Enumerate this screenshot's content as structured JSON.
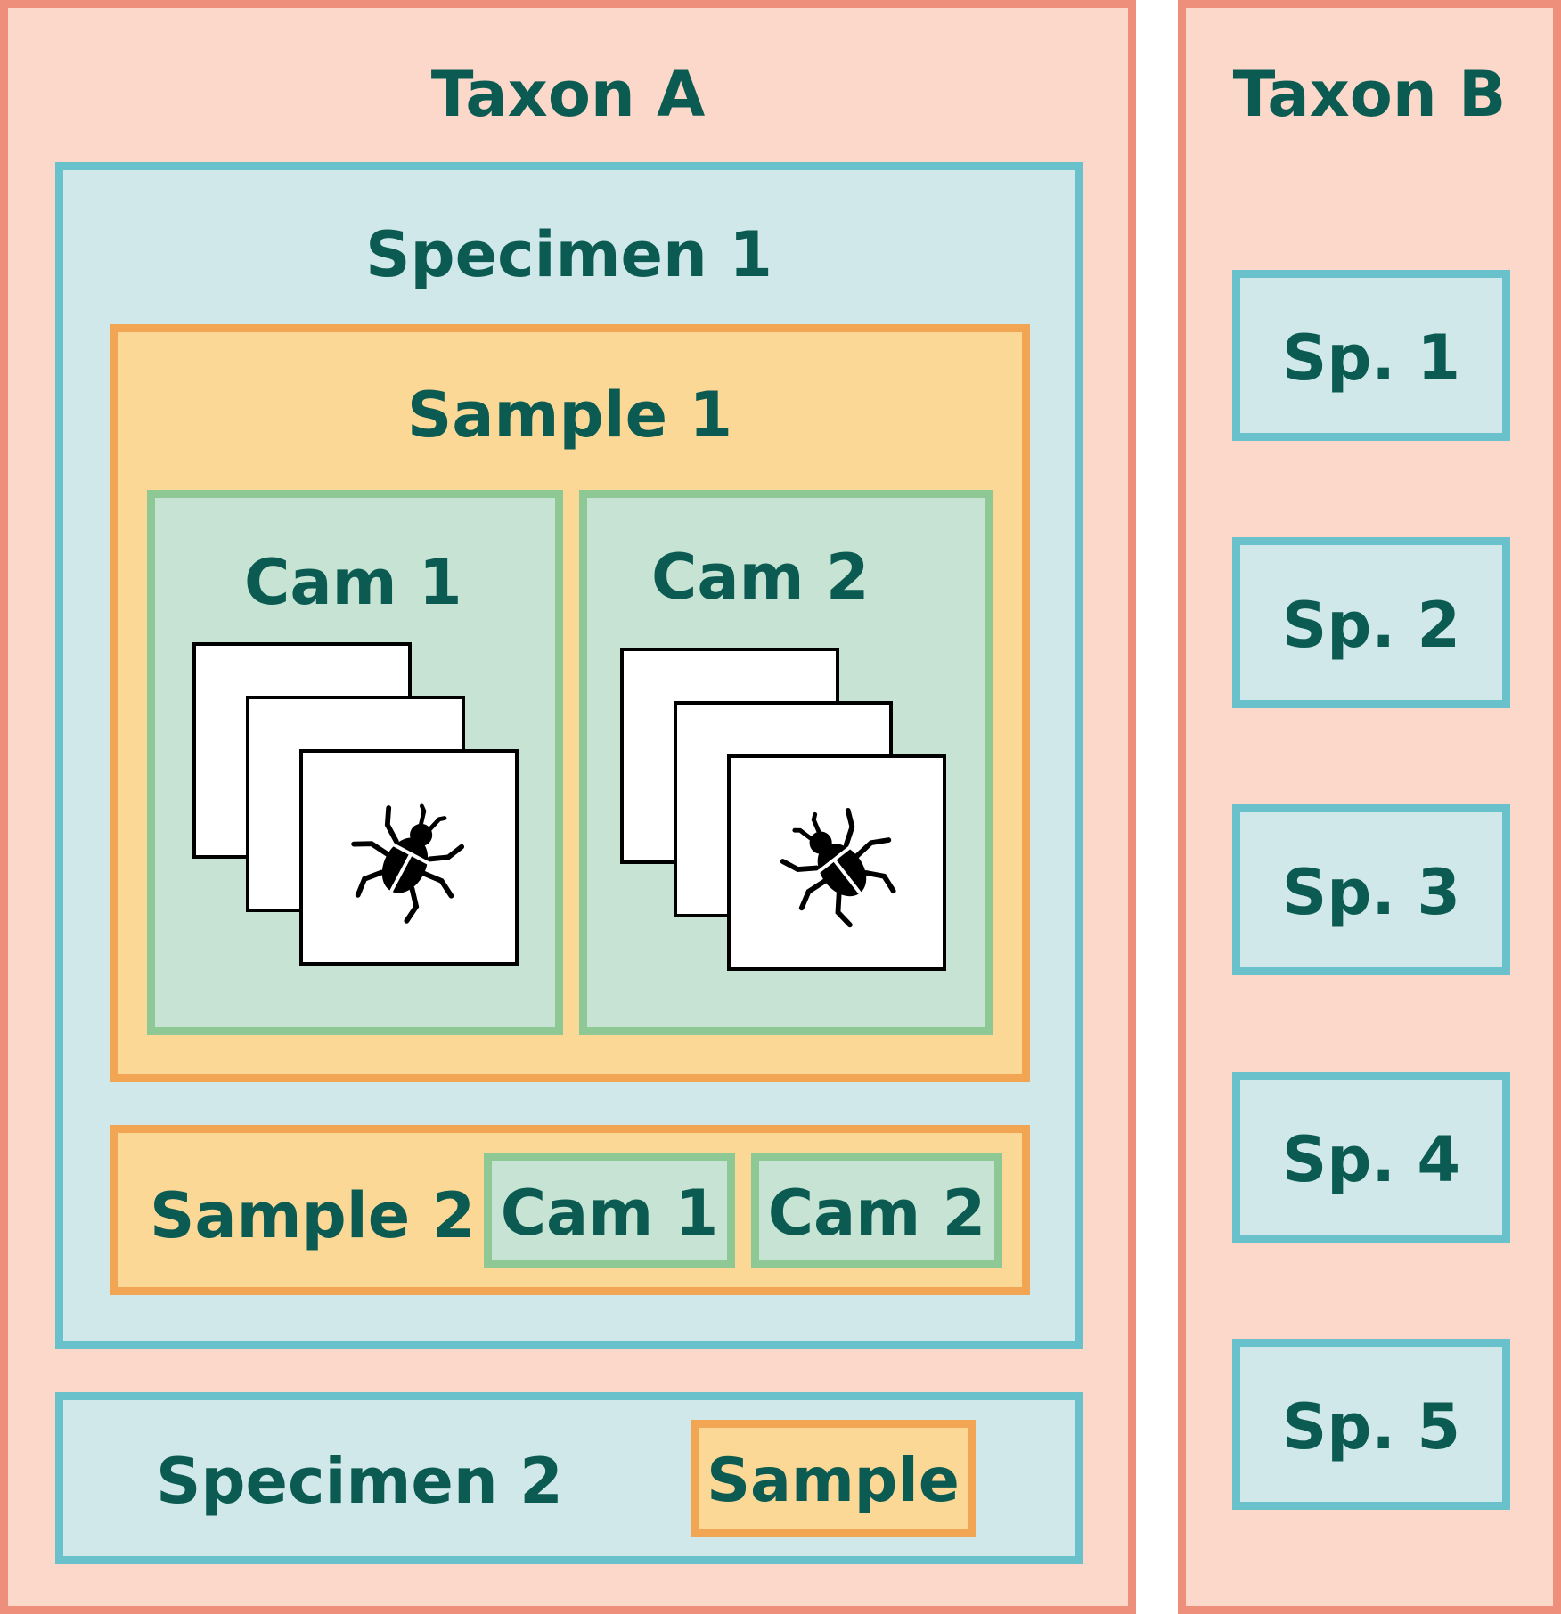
{
  "taxon_a": {
    "title": "Taxon A",
    "specimen_1": {
      "title": "Specimen 1",
      "sample_1": {
        "title": "Sample 1",
        "cam_1": {
          "title": "Cam 1",
          "icon": "bug-icon"
        },
        "cam_2": {
          "title": "Cam 2",
          "icon": "bug-icon"
        }
      },
      "sample_2": {
        "title": "Sample 2",
        "cam_1": "Cam 1",
        "cam_2": "Cam 2"
      }
    },
    "specimen_2": {
      "title": "Specimen 2",
      "sample": "Sample"
    }
  },
  "taxon_b": {
    "title": "Taxon B",
    "specimens": [
      "Sp. 1",
      "Sp. 2",
      "Sp. 3",
      "Sp. 4",
      "Sp. 5"
    ]
  },
  "colors": {
    "taxon_fill": "#fbd8c9",
    "taxon_border": "#ee8f7c",
    "specimen_fill": "#d0e8e9",
    "specimen_border": "#69c1cb",
    "sample_fill": "#fcd896",
    "sample_border": "#f2a552",
    "camera_fill": "#c6e3d3",
    "camera_border": "#8dc895",
    "text": "#0b5b52"
  }
}
